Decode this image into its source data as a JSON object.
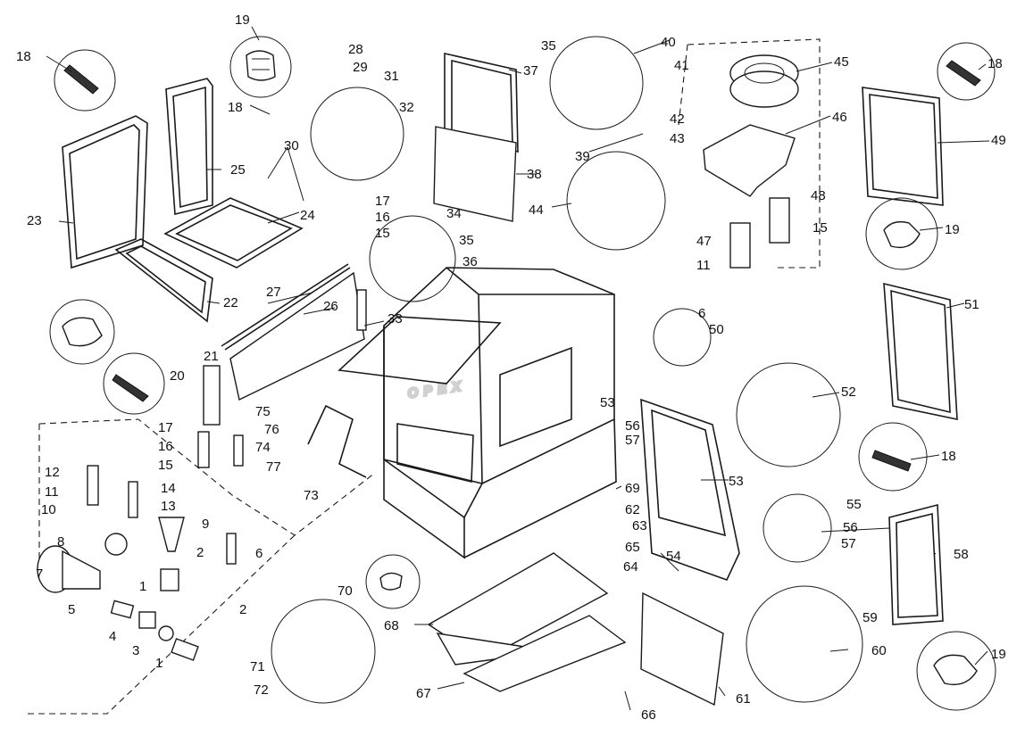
{
  "watermark": "OPEX",
  "labels": [
    {
      "id": "l18a",
      "text": "18"
    },
    {
      "id": "l19a",
      "text": "19"
    },
    {
      "id": "l28",
      "text": "28"
    },
    {
      "id": "l29",
      "text": "29"
    },
    {
      "id": "l31",
      "text": "31"
    },
    {
      "id": "l32",
      "text": "32"
    },
    {
      "id": "l18b",
      "text": "18"
    },
    {
      "id": "l30",
      "text": "30"
    },
    {
      "id": "l25",
      "text": "25"
    },
    {
      "id": "l23",
      "text": "23"
    },
    {
      "id": "l24",
      "text": "24"
    },
    {
      "id": "l17a",
      "text": "17"
    },
    {
      "id": "l16a",
      "text": "16"
    },
    {
      "id": "l15a",
      "text": "15"
    },
    {
      "id": "l34",
      "text": "34"
    },
    {
      "id": "l35a",
      "text": "35"
    },
    {
      "id": "l36",
      "text": "36"
    },
    {
      "id": "l22",
      "text": "22"
    },
    {
      "id": "l27",
      "text": "27"
    },
    {
      "id": "l26",
      "text": "26"
    },
    {
      "id": "l33",
      "text": "33"
    },
    {
      "id": "l21",
      "text": "21"
    },
    {
      "id": "l20",
      "text": "20"
    },
    {
      "id": "l17b",
      "text": "17"
    },
    {
      "id": "l16b",
      "text": "16"
    },
    {
      "id": "l15b",
      "text": "15"
    },
    {
      "id": "l75",
      "text": "75"
    },
    {
      "id": "l76",
      "text": "76"
    },
    {
      "id": "l74",
      "text": "74"
    },
    {
      "id": "l77",
      "text": "77"
    },
    {
      "id": "l73",
      "text": "73"
    },
    {
      "id": "l12",
      "text": "12"
    },
    {
      "id": "l11a",
      "text": "11"
    },
    {
      "id": "l10",
      "text": "10"
    },
    {
      "id": "l14",
      "text": "14"
    },
    {
      "id": "l13",
      "text": "13"
    },
    {
      "id": "l9",
      "text": "9"
    },
    {
      "id": "l8",
      "text": "8"
    },
    {
      "id": "l7",
      "text": "7"
    },
    {
      "id": "l2a",
      "text": "2"
    },
    {
      "id": "l6a",
      "text": "6"
    },
    {
      "id": "l1a",
      "text": "1"
    },
    {
      "id": "l5",
      "text": "5"
    },
    {
      "id": "l2b",
      "text": "2"
    },
    {
      "id": "l4",
      "text": "4"
    },
    {
      "id": "l3",
      "text": "3"
    },
    {
      "id": "l1b",
      "text": "1"
    },
    {
      "id": "l71",
      "text": "71"
    },
    {
      "id": "l72",
      "text": "72"
    },
    {
      "id": "l35b",
      "text": "35"
    },
    {
      "id": "l37",
      "text": "37"
    },
    {
      "id": "l38",
      "text": "38"
    },
    {
      "id": "l40",
      "text": "40"
    },
    {
      "id": "l41",
      "text": "41"
    },
    {
      "id": "l42",
      "text": "42"
    },
    {
      "id": "l43",
      "text": "43"
    },
    {
      "id": "l39",
      "text": "39"
    },
    {
      "id": "l44",
      "text": "44"
    },
    {
      "id": "l45",
      "text": "45"
    },
    {
      "id": "l46",
      "text": "46"
    },
    {
      "id": "l48",
      "text": "48"
    },
    {
      "id": "l15c",
      "text": "15"
    },
    {
      "id": "l47",
      "text": "47"
    },
    {
      "id": "l11b",
      "text": "11"
    },
    {
      "id": "l6b",
      "text": "6"
    },
    {
      "id": "l50",
      "text": "50"
    },
    {
      "id": "l18c",
      "text": "18"
    },
    {
      "id": "l49",
      "text": "49"
    },
    {
      "id": "l19b",
      "text": "19"
    },
    {
      "id": "l51",
      "text": "51"
    },
    {
      "id": "l52",
      "text": "52"
    },
    {
      "id": "l18d",
      "text": "18"
    },
    {
      "id": "l53a",
      "text": "53"
    },
    {
      "id": "l56a",
      "text": "56"
    },
    {
      "id": "l57a",
      "text": "57"
    },
    {
      "id": "l69",
      "text": "69"
    },
    {
      "id": "l53b",
      "text": "53"
    },
    {
      "id": "l55",
      "text": "55"
    },
    {
      "id": "l56b",
      "text": "56"
    },
    {
      "id": "l57b",
      "text": "57"
    },
    {
      "id": "l62",
      "text": "62"
    },
    {
      "id": "l63",
      "text": "63"
    },
    {
      "id": "l65",
      "text": "65"
    },
    {
      "id": "l64",
      "text": "64"
    },
    {
      "id": "l54",
      "text": "54"
    },
    {
      "id": "l58",
      "text": "58"
    },
    {
      "id": "l70",
      "text": "70"
    },
    {
      "id": "l68",
      "text": "68"
    },
    {
      "id": "l59",
      "text": "59"
    },
    {
      "id": "l60",
      "text": "60"
    },
    {
      "id": "l19c",
      "text": "19"
    },
    {
      "id": "l67",
      "text": "67"
    },
    {
      "id": "l66",
      "text": "66"
    },
    {
      "id": "l61",
      "text": "61"
    }
  ]
}
